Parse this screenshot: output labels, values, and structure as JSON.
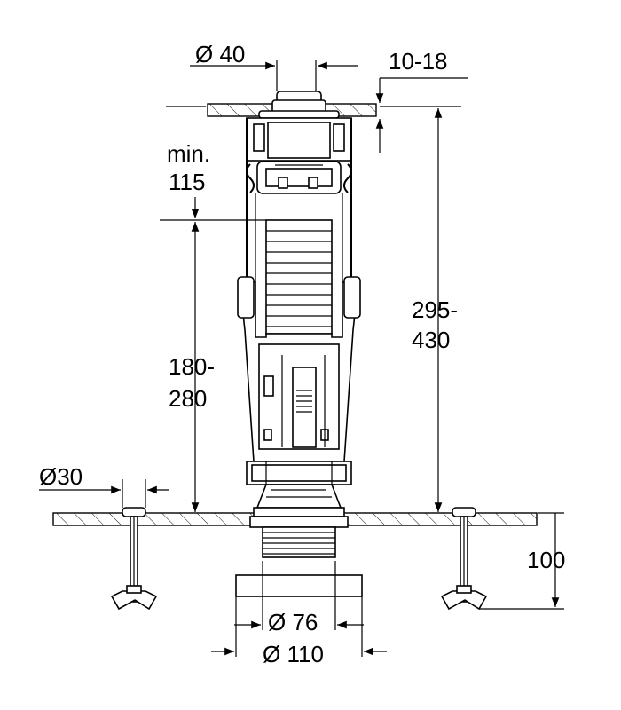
{
  "diagram": {
    "labels": {
      "dia_top": "Ø 40",
      "range_top": "10-18",
      "min_label": "min.",
      "min_value": "115",
      "height_total_a": "295-",
      "height_total_b": "430",
      "height_valve_a": "180-",
      "height_valve_b": "280",
      "dia_bolt": "Ø30",
      "floor_depth": "100",
      "dia_outlet_inner": "Ø 76",
      "dia_outlet_outer": "Ø 110"
    }
  }
}
